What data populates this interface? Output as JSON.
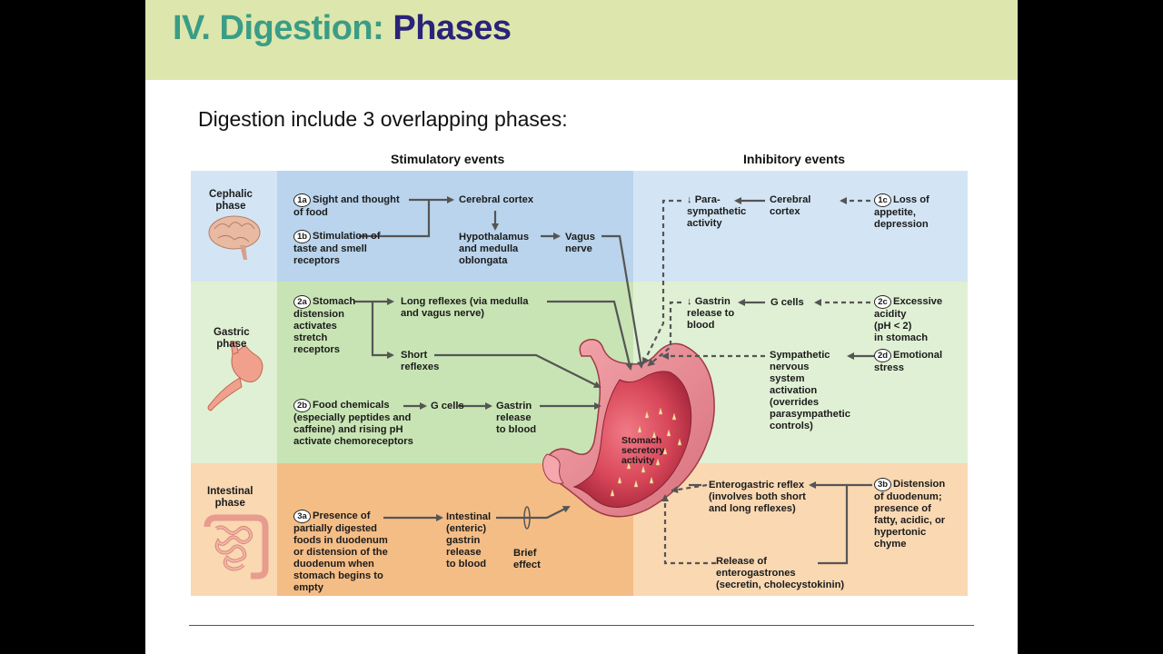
{
  "slide": {
    "title_part1": "IV. Digestion:",
    "title_part2": "Phases",
    "subtitle": "Digestion include 3 overlapping phases:"
  },
  "headers": {
    "stimulatory": "Stimulatory events",
    "inhibitory": "Inhibitory events"
  },
  "phases": {
    "cephalic": "Cephalic\nphase",
    "gastric": "Gastric\nphase",
    "intestinal": "Intestinal\nphase"
  },
  "nums": {
    "n1a": "1a",
    "n1b": "1b",
    "n1c": "1c",
    "n2a": "2a",
    "n2b": "2b",
    "n2c": "2c",
    "n2d": "2d",
    "n3a": "3a",
    "n3b": "3b"
  },
  "labels": {
    "s1a": "Sight and thought\nof food",
    "s1b": "Stimulation of\ntaste and smell\nreceptors",
    "cerebral_cortex": "Cerebral cortex",
    "hypothalamus": "Hypothalamus\nand medulla\noblongata",
    "vagus": "Vagus\nnerve",
    "parasympathetic": "↓ Para-\nsympathetic\nactivity",
    "cerebral_cortex_inh": "Cerebral\ncortex",
    "s1c": "Loss of\nappetite,\ndepression",
    "s2a": "Stomach\ndistension\nactivates\nstretch\nreceptors",
    "long_reflexes": "Long reflexes (via medulla\nand vagus nerve)",
    "short_reflexes": "Short\nreflexes",
    "s2b": "Food chemicals\n(especially peptides and\ncaffeine) and rising pH\nactivate chemoreceptors",
    "g_cells": "G cells",
    "gastrin_release": "Gastrin\nrelease\nto blood",
    "gastrin_inh": "↓ Gastrin\nrelease to\nblood",
    "g_cells_inh": "G cells",
    "s2c": "Excessive\nacidity\n(pH < 2)\nin stomach",
    "sympathetic": "Sympathetic\nnervous\nsystem\nactivation\n(overrides\nparasympathetic\ncontrols)",
    "s2d": "Emotional\nstress",
    "stomach": "Stomach\nsecretory\nactivity",
    "s3a": "Presence of\npartially digested\nfoods in duodenum\nor distension of the\nduodenum when\nstomach begins to\nempty",
    "intestinal_gastrin": "Intestinal\n(enteric)\ngastrin\nrelease\nto blood",
    "brief_effect": "Brief\neffect",
    "enterogastric": "Enterogastric reflex\n(involves both short\nand long reflexes)",
    "s3b": "Distension\nof duodenum;\npresence of\nfatty, acidic, or\nhypertonic\nchyme",
    "enterogastrones": "Release of\nenterogastrones\n(secretin, cholecystokinin)"
  },
  "icons": [
    "brain-icon",
    "stomach-icon",
    "intestine-icon",
    "stomach-illustration"
  ],
  "colors": {
    "title_green": "#3a9d85",
    "title_navy": "#2a2378",
    "title_bar": "#dde6ad",
    "cephalic_blue": "#b9d4ec",
    "cephalic_blue_light": "#d3e5f4",
    "gastric_green": "#c8e4b4",
    "gastric_green_light": "#e0f0d4",
    "intestinal_orange": "#f4bd86",
    "intestinal_orange_light": "#f9d8b2"
  }
}
